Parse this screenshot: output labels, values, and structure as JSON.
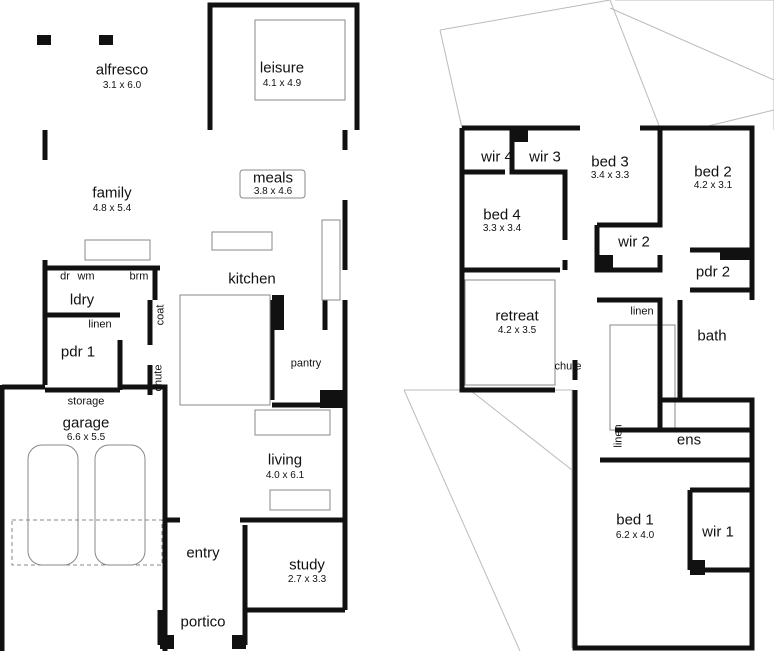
{
  "ground_floor": {
    "rooms": [
      {
        "name": "alfresco",
        "size": "3.1 x 6.0"
      },
      {
        "name": "leisure",
        "size": "4.1 x 4.9"
      },
      {
        "name": "family",
        "size": "4.8 x 5.4"
      },
      {
        "name": "meals",
        "size": "3.8 x 4.6"
      },
      {
        "name": "kitchen"
      },
      {
        "name": "garage",
        "size": "6.6 x 5.5"
      },
      {
        "name": "living",
        "size": "4.0 x 6.1"
      },
      {
        "name": "study",
        "size": "2.7 x 3.3"
      },
      {
        "name": "entry"
      },
      {
        "name": "portico"
      },
      {
        "name": "ldry"
      },
      {
        "name": "pdr 1"
      },
      {
        "name": "pantry"
      },
      {
        "name": "storage"
      }
    ],
    "small_labels": {
      "dr": "dr",
      "wm": "wm",
      "brm": "brm",
      "linen": "linen",
      "coat": "coat",
      "chute": "chute"
    }
  },
  "upper_floor": {
    "rooms": [
      {
        "name": "wir 4"
      },
      {
        "name": "wir 3"
      },
      {
        "name": "bed 3",
        "size": "3.4 x 3.3"
      },
      {
        "name": "bed 2",
        "size": "4.2 x 3.1"
      },
      {
        "name": "bed 4",
        "size": "3.3 x 3.4"
      },
      {
        "name": "wir 2"
      },
      {
        "name": "pdr 2"
      },
      {
        "name": "retreat",
        "size": "4.2 x 3.5"
      },
      {
        "name": "bath"
      },
      {
        "name": "ens"
      },
      {
        "name": "bed 1",
        "size": "6.2 x 4.0"
      },
      {
        "name": "wir 1"
      }
    ],
    "small_labels": {
      "linen_top": "linen",
      "linen_ens": "linen",
      "chute": "chute"
    }
  },
  "colors": {
    "wall": "#111111",
    "roof": "#bbbbbb",
    "fixture": "#888888"
  }
}
